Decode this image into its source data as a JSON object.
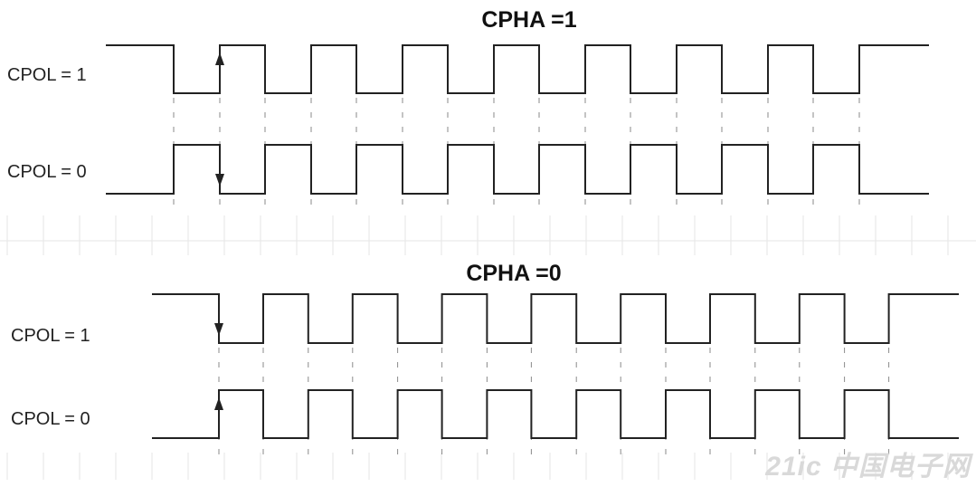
{
  "panels": [
    {
      "title": "CPHA =1",
      "signals": [
        {
          "label": "CPOL = 1",
          "idle": "high",
          "edge_marker": "rising"
        },
        {
          "label": "CPOL = 0",
          "idle": "low",
          "edge_marker": "falling"
        }
      ]
    },
    {
      "title": "CPHA =0",
      "signals": [
        {
          "label": "CPOL = 1",
          "idle": "high",
          "edge_marker": "falling"
        },
        {
          "label": "CPOL = 0",
          "idle": "low",
          "edge_marker": "rising"
        }
      ]
    }
  ],
  "clock_pulses": 8,
  "watermark": "21ic 中国电子网",
  "colors": {
    "waveform": "#222222",
    "guide": "#8a8a8a",
    "grid": "#e6e6e6"
  }
}
